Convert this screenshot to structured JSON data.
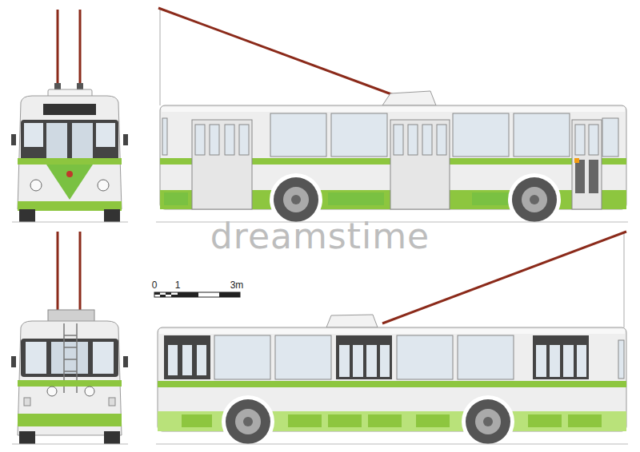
{
  "diagram": {
    "labels": [
      "0",
      "1",
      "3m",
      "dreamstime"
    ]
  }
}
